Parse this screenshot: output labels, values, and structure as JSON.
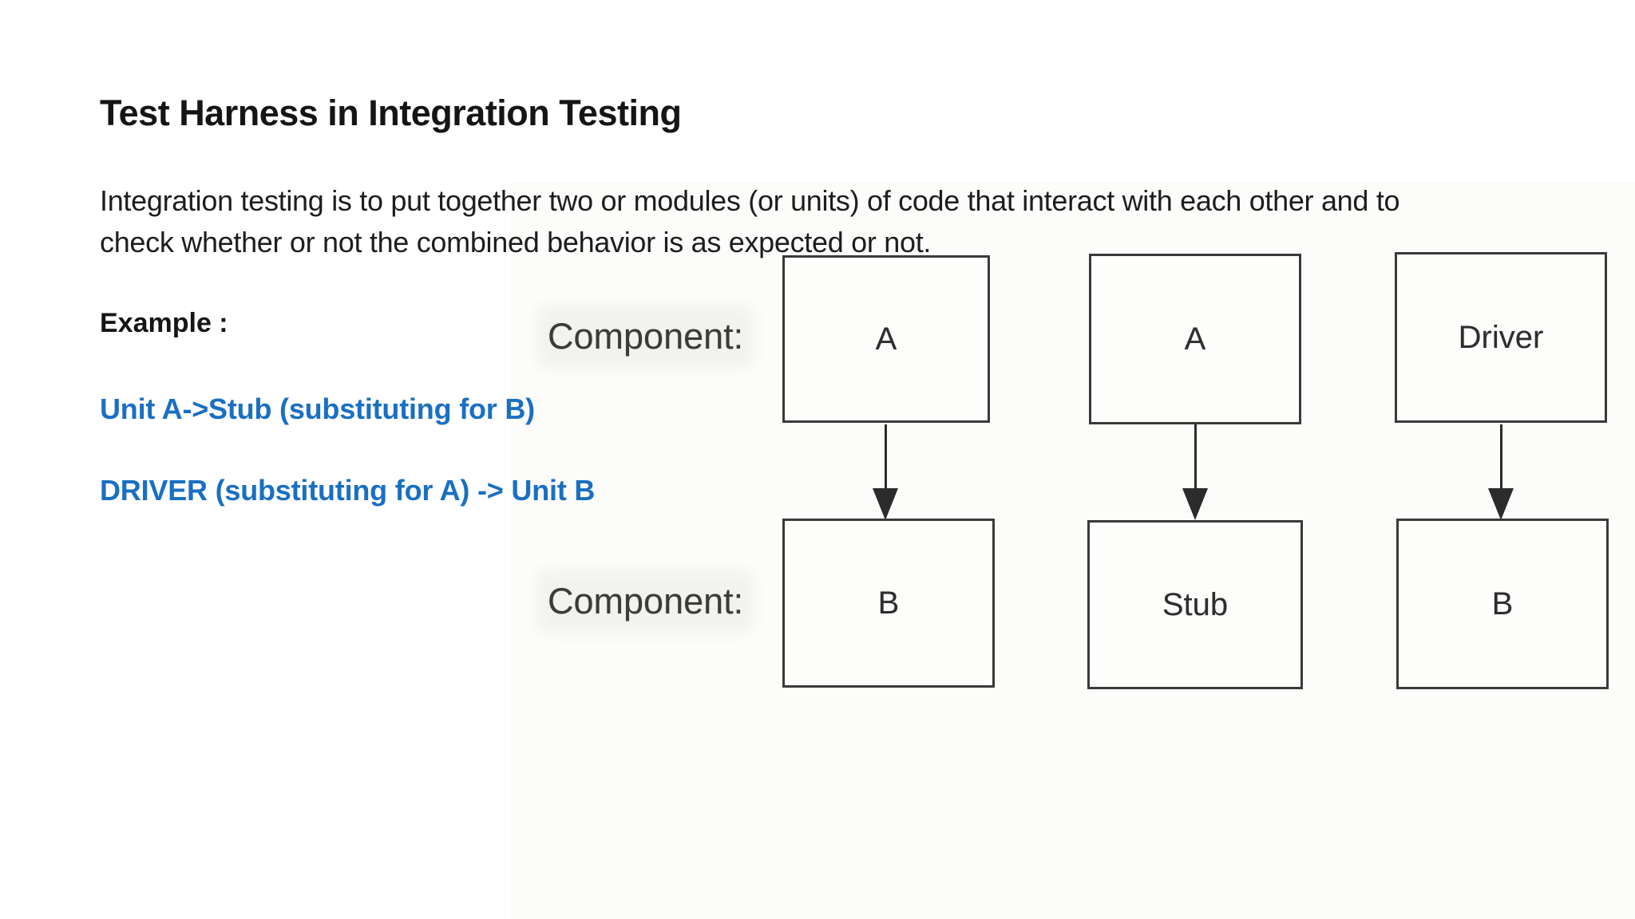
{
  "slide": {
    "title": "Test Harness in Integration Testing",
    "paragraph": {
      "line1": "Integration testing is to put together two or modules (or units) of code that interact with each other and to",
      "line2": "check whether or not the combined behavior is as expected or not."
    },
    "example_label": "Example :",
    "example_line1": "Unit A->Stub (substituting for B)",
    "example_line2": "DRIVER (substituting for A) -> Unit B"
  },
  "diagram": {
    "component_label_top": "Component:",
    "component_label_bottom": "Component:",
    "columns": [
      {
        "top_box": "A",
        "bottom_box": "B"
      },
      {
        "top_box": "A",
        "bottom_box": "Stub"
      },
      {
        "top_box": "Driver",
        "bottom_box": "B"
      }
    ]
  },
  "colors": {
    "accent_blue": "#1a6fc2",
    "title_text": "#151515",
    "body_text": "#1d1d1d",
    "box_border": "#3a3a3a",
    "scan_background": "#fcfcfa"
  }
}
